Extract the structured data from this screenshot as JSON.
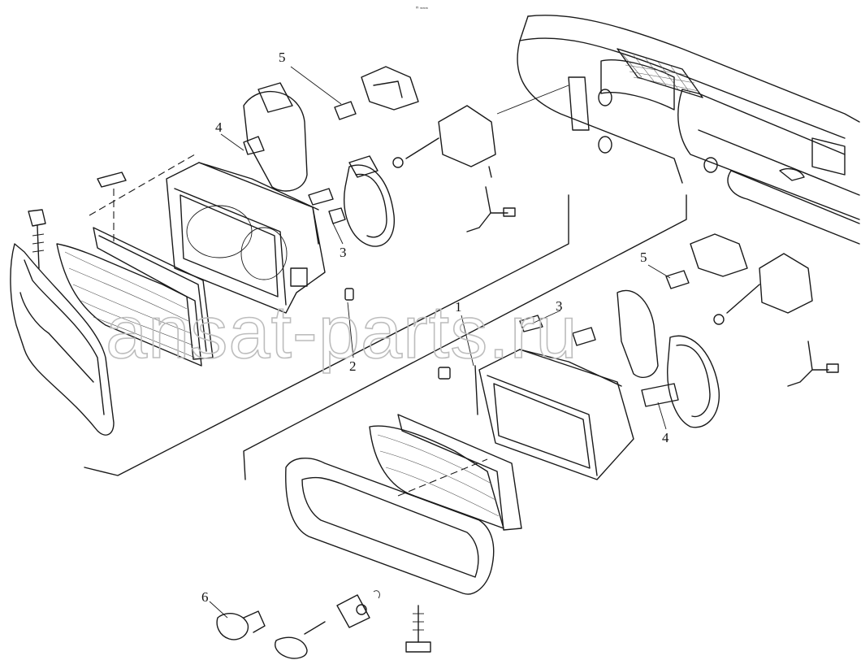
{
  "diagram": {
    "header_mark": "ᵐ ≈≈≈",
    "watermark": "ansat-parts.ru",
    "callouts": {
      "c1": "1",
      "c2": "2",
      "c3a": "3",
      "c3b": "3",
      "c4a": "4",
      "c4b": "4",
      "c5a": "5",
      "c5b": "5",
      "c6": "6"
    }
  }
}
